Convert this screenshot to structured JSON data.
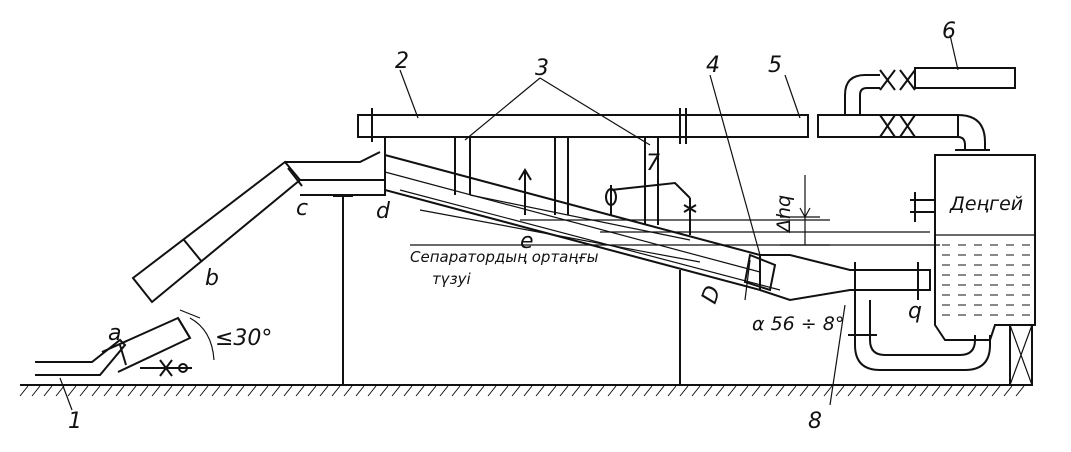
{
  "labels": {
    "num_1": "1",
    "num_2": "2",
    "num_3": "3",
    "num_4": "4",
    "num_5": "5",
    "num_6": "6",
    "num_7": "7",
    "num_8": "8",
    "a": "a",
    "b": "b",
    "c": "c",
    "d": "d",
    "e": "e",
    "q": "q",
    "D": "D",
    "delta_h": "Δhq",
    "angle_limit": "≤30°",
    "alpha": "α 56 ÷ 8°",
    "level": "Деңгей",
    "separator_axis_line1": "Сепаратордың ортаңғы",
    "separator_axis_line2": "түзуі"
  }
}
